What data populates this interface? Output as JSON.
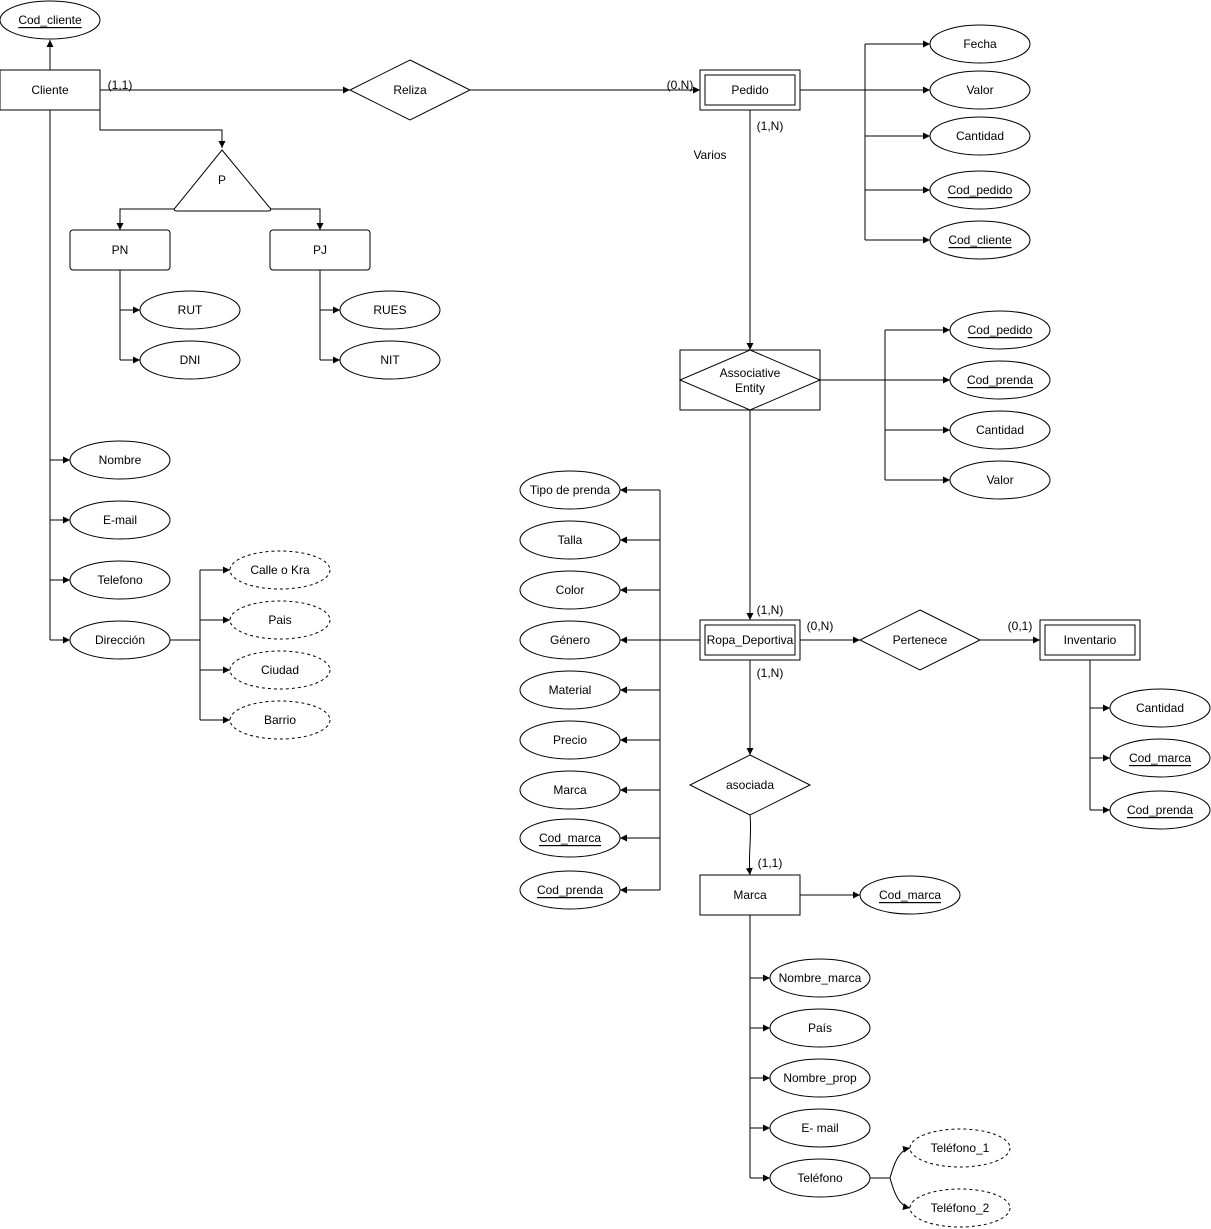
{
  "entities": [
    {
      "id": "cliente",
      "label": "Cliente",
      "weak": false
    },
    {
      "id": "pn",
      "label": "PN",
      "weak": false
    },
    {
      "id": "pj",
      "label": "PJ",
      "weak": false
    },
    {
      "id": "pedido",
      "label": "Pedido",
      "weak": true
    },
    {
      "id": "ropa",
      "label": "Ropa_Deportiva",
      "weak": true
    },
    {
      "id": "inventario",
      "label": "Inventario",
      "weak": true
    },
    {
      "id": "marca",
      "label": "Marca",
      "weak": false
    }
  ],
  "relationships": [
    {
      "id": "reliza",
      "label": "Reliza"
    },
    {
      "id": "pertenece",
      "label": "Pertenece"
    },
    {
      "id": "asociada",
      "label": "asociada"
    }
  ],
  "associative": {
    "id": "assoc",
    "label_line1": "Associative",
    "label_line2": "Entity"
  },
  "specialization": {
    "id": "p",
    "label": "P"
  },
  "attributes": [
    {
      "id": "cliente-cod-cliente",
      "label": "Cod_cliente",
      "key": true,
      "derived": false
    },
    {
      "id": "pn-rut",
      "label": "RUT",
      "key": false,
      "derived": false
    },
    {
      "id": "pn-dni",
      "label": "DNI",
      "key": false,
      "derived": false
    },
    {
      "id": "pj-rues",
      "label": "RUES",
      "key": false,
      "derived": false
    },
    {
      "id": "pj-nit",
      "label": "NIT",
      "key": false,
      "derived": false
    },
    {
      "id": "cliente-nombre",
      "label": "Nombre",
      "key": false,
      "derived": false
    },
    {
      "id": "cliente-email",
      "label": "E-mail",
      "key": false,
      "derived": false
    },
    {
      "id": "cliente-telefono",
      "label": "Telefono",
      "key": false,
      "derived": false
    },
    {
      "id": "cliente-direccion",
      "label": "Dirección",
      "key": false,
      "derived": false
    },
    {
      "id": "dir-calle",
      "label": "Calle o Kra",
      "key": false,
      "derived": true
    },
    {
      "id": "dir-pais",
      "label": "Pais",
      "key": false,
      "derived": true
    },
    {
      "id": "dir-ciudad",
      "label": "Ciudad",
      "key": false,
      "derived": true
    },
    {
      "id": "dir-barrio",
      "label": "Barrio",
      "key": false,
      "derived": true
    },
    {
      "id": "pedido-fecha",
      "label": "Fecha",
      "key": false,
      "derived": false
    },
    {
      "id": "pedido-valor",
      "label": "Valor",
      "key": false,
      "derived": false
    },
    {
      "id": "pedido-cantidad",
      "label": "Cantidad",
      "key": false,
      "derived": false
    },
    {
      "id": "pedido-cod-pedido",
      "label": "Cod_pedido",
      "key": true,
      "derived": false
    },
    {
      "id": "pedido-cod-cliente",
      "label": "Cod_cliente",
      "key": true,
      "derived": false
    },
    {
      "id": "assoc-cod-pedido",
      "label": "Cod_pedido",
      "key": true,
      "derived": false
    },
    {
      "id": "assoc-cod-prenda",
      "label": "Cod_prenda",
      "key": true,
      "derived": false
    },
    {
      "id": "assoc-cantidad",
      "label": "Cantidad",
      "key": false,
      "derived": false
    },
    {
      "id": "assoc-valor",
      "label": "Valor",
      "key": false,
      "derived": false
    },
    {
      "id": "ropa-tipo",
      "label": "Tipo de prenda",
      "key": false,
      "derived": false
    },
    {
      "id": "ropa-talla",
      "label": "Talla",
      "key": false,
      "derived": false
    },
    {
      "id": "ropa-color",
      "label": "Color",
      "key": false,
      "derived": false
    },
    {
      "id": "ropa-genero",
      "label": "Género",
      "key": false,
      "derived": false
    },
    {
      "id": "ropa-material",
      "label": "Material",
      "key": false,
      "derived": false
    },
    {
      "id": "ropa-precio",
      "label": "Precio",
      "key": false,
      "derived": false
    },
    {
      "id": "ropa-marca",
      "label": "Marca",
      "key": false,
      "derived": false
    },
    {
      "id": "ropa-cod-marca",
      "label": "Cod_marca",
      "key": true,
      "derived": false
    },
    {
      "id": "ropa-cod-prenda",
      "label": "Cod_prenda",
      "key": true,
      "derived": false
    },
    {
      "id": "inv-cantidad",
      "label": "Cantidad",
      "key": false,
      "derived": false
    },
    {
      "id": "inv-cod-marca",
      "label": "Cod_marca",
      "key": true,
      "derived": false
    },
    {
      "id": "inv-cod-prenda",
      "label": "Cod_prenda",
      "key": true,
      "derived": false
    },
    {
      "id": "marca-cod-marca",
      "label": "Cod_marca",
      "key": true,
      "derived": false
    },
    {
      "id": "marca-nombre",
      "label": "Nombre_marca",
      "key": false,
      "derived": false
    },
    {
      "id": "marca-pais",
      "label": "País",
      "key": false,
      "derived": false
    },
    {
      "id": "marca-nombre-prop",
      "label": "Nombre_prop",
      "key": false,
      "derived": false
    },
    {
      "id": "marca-email",
      "label": "E- mail",
      "key": false,
      "derived": false
    },
    {
      "id": "marca-telefono",
      "label": "Teléfono",
      "key": false,
      "derived": false
    },
    {
      "id": "tel-1",
      "label": "Teléfono_1",
      "key": false,
      "derived": true
    },
    {
      "id": "tel-2",
      "label": "Teléfono_2",
      "key": false,
      "derived": true
    }
  ],
  "labels": [
    {
      "id": "card-cliente-reliza",
      "text": "(1,1)"
    },
    {
      "id": "card-reliza-pedido",
      "text": "(0,N)"
    },
    {
      "id": "card-pedido-down",
      "text": "(1,N)"
    },
    {
      "id": "note-varios",
      "text": "Varios"
    },
    {
      "id": "card-ropa-top",
      "text": "(1,N)"
    },
    {
      "id": "card-ropa-pertenece",
      "text": "(0,N)"
    },
    {
      "id": "card-pertenece-inventario",
      "text": "(0,1)"
    },
    {
      "id": "card-ropa-down",
      "text": "(1,N)"
    },
    {
      "id": "card-marca-top",
      "text": "(1,1)"
    }
  ]
}
